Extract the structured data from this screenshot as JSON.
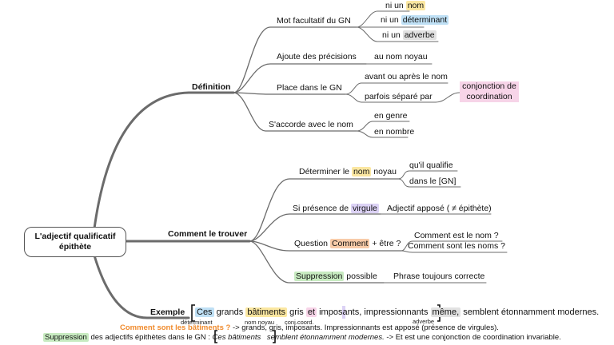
{
  "root": {
    "line1": "L'adjectif qualificatif",
    "line2": "épithète"
  },
  "definition": {
    "label": "Définition",
    "mot_facultatif": {
      "label": "Mot facultatif du GN",
      "items": [
        {
          "prefix": "ni un ",
          "hl": "nom"
        },
        {
          "prefix": "ni un ",
          "hl": "déterminant"
        },
        {
          "prefix": "ni un ",
          "hl": "adverbe"
        }
      ]
    },
    "precisions": {
      "label": "Ajoute des précisions",
      "leaf": "au nom noyau"
    },
    "place": {
      "label": "Place dans le GN",
      "leaf1": "avant ou après le nom",
      "leaf2": "parfois séparé par",
      "box": "conjonction de coordination"
    },
    "accord": {
      "label": "S'accorde avec le nom",
      "leaf1": "en genre",
      "leaf2": "en nombre"
    }
  },
  "comment": {
    "label": "Comment le trouver",
    "determiner": {
      "pre": "Déterminer le ",
      "hl": "nom",
      "post": " noyau",
      "leaf1": "qu'il qualifie",
      "leaf2": "dans le [GN]"
    },
    "virgule": {
      "pre": "Si présence de ",
      "hl": "virgule",
      "leaf": "Adjectif apposé ( ≠ épithète)"
    },
    "question": {
      "pre": "Question ",
      "hl": "Comment",
      "post": " + être ?",
      "leaf1": "Comment est le nom ?",
      "leaf2": "Comment sont les noms ?"
    },
    "suppression": {
      "hl": "Suppression",
      "post": " possible",
      "leaf": "Phrase toujours correcte"
    }
  },
  "exemple": {
    "label": "Exemple",
    "w_ces": "Ces",
    "w_grands": " grands ",
    "w_batiments": "bâtiments",
    "w_gris": " gris ",
    "w_et": "et",
    "w_imposants": " imposants",
    "w_comma": ",",
    "w_impress": " impressionnants ",
    "w_meme": "même,",
    "w_rest": " semblent étonnamment modernes.",
    "ann_det": "déterminant",
    "ann_nom": "nom noyau",
    "ann_conj": "conj.coord.",
    "ann_adv": "adverbe"
  },
  "footer": {
    "line1_orange": "Comment sont les bâtiments ?",
    "line1_rest": " -> grands, gris, imposants. Impressionnants est apposé (présence de virgules).",
    "line2_hl": "Suppression",
    "line2_a": " des adjectifs épithètes dans le GN : ",
    "line2_it1": "Ces bâtiments",
    "line2_it2": " semblent étonnamment modernes.",
    "line2_b": " -> Et est une conjonction de coordination invariable."
  },
  "colors": {
    "branch": "#6b6b6b",
    "yellow": "#fbe7a1",
    "blue": "#bfe0f5",
    "pink": "#f7d4e8",
    "purple": "#dcd2f5",
    "orange": "#f8cba8",
    "green": "#c8ebc1"
  }
}
